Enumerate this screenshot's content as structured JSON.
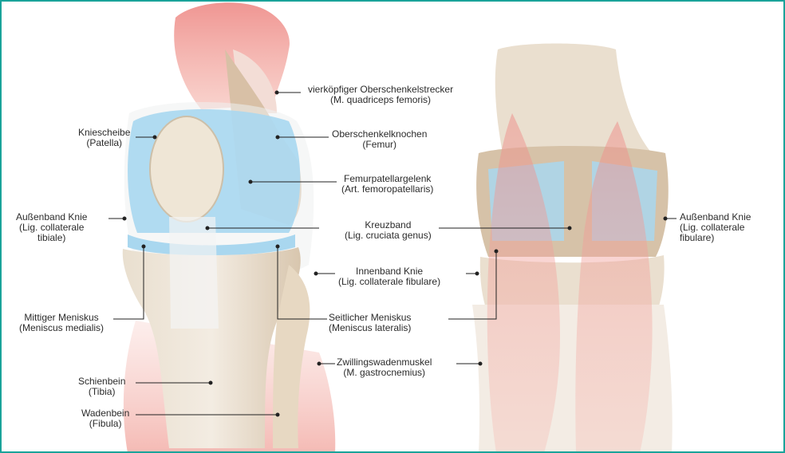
{
  "colors": {
    "frame": "#1aa39a",
    "bone": "#e8dccb",
    "cartilage": "#a8d8f0",
    "muscle": "#ee8a86",
    "line": "#222222"
  },
  "labels": {
    "quadriceps": {
      "name": "vierköpfiger Oberschenkelstrecker",
      "latin": "(M. quadriceps femoris)"
    },
    "patella": {
      "name": "Kniescheibe",
      "latin": "(Patella)"
    },
    "femur": {
      "name": "Oberschenkelknochen",
      "latin": "(Femur)"
    },
    "femoropatellar": {
      "name": "Femurpatellargelenk",
      "latin": "(Art. femoropatellaris)"
    },
    "lcl_left": {
      "name": "Außenband Knie",
      "latin1": "(Lig. collaterale",
      "latin2": "tibiale)"
    },
    "cruciate": {
      "name": "Kreuzband",
      "latin": "(Lig. cruciata genus)"
    },
    "lcl_right": {
      "name": "Außenband Knie",
      "latin1": "(Lig. collaterale",
      "latin2": "fibulare)"
    },
    "mcl": {
      "name": "Innenband Knie",
      "latin": "(Lig. collaterale fibulare)"
    },
    "medial_meniscus": {
      "name": "Mittiger Meniskus",
      "latin": "(Meniscus medialis)"
    },
    "lateral_meniscus": {
      "name": "Seitlicher Meniskus",
      "latin": "(Meniscus lateralis)"
    },
    "gastrocnemius": {
      "name": "Zwillingswadenmuskel",
      "latin": "(M. gastrocnemius)"
    },
    "tibia": {
      "name": "Schienbein",
      "latin": "(Tibia)"
    },
    "fibula": {
      "name": "Wadenbein",
      "latin": "(Fibula)"
    }
  }
}
